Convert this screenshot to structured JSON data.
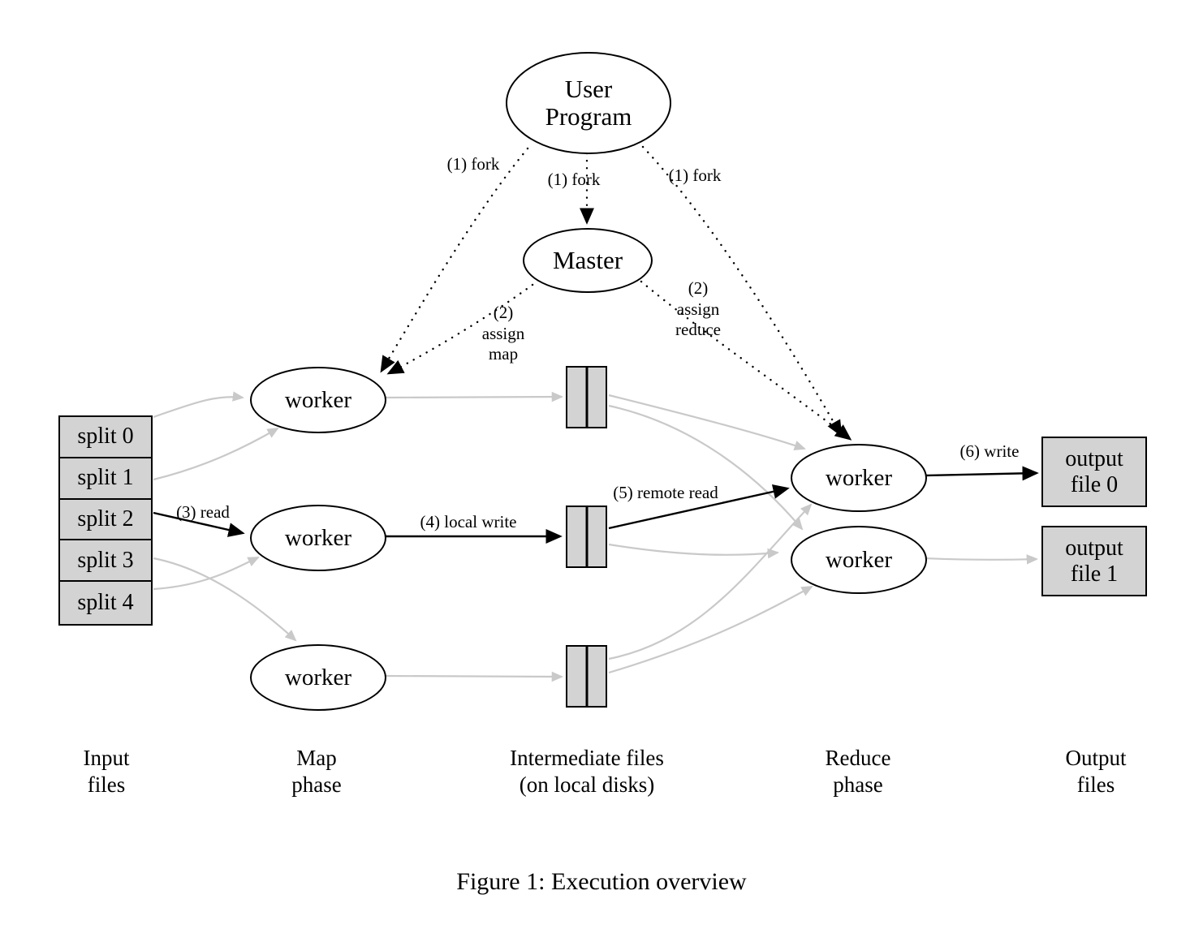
{
  "figure": {
    "caption": "Figure 1: Execution overview",
    "colors": {
      "background": "#ffffff",
      "node_fill": "#ffffff",
      "file_fill": "#d3d3d3",
      "edge_gray": "#c9c9c9",
      "edge_black": "#000000"
    },
    "nodes": {
      "user_program": [
        "User",
        "Program"
      ],
      "master": "Master",
      "map_workers": [
        "worker",
        "worker",
        "worker"
      ],
      "reduce_workers": [
        "worker",
        "worker"
      ],
      "splits": [
        "split 0",
        "split 1",
        "split 2",
        "split 3",
        "split 4"
      ],
      "output_files": [
        [
          "output",
          "file 0"
        ],
        [
          "output",
          "file 1"
        ]
      ]
    },
    "edge_labels": {
      "fork_left": "(1) fork",
      "fork_middle": "(1) fork",
      "fork_right": "(1) fork",
      "assign_map": [
        "(2)",
        "assign",
        "map"
      ],
      "assign_reduce": [
        "(2)",
        "assign",
        "reduce"
      ],
      "read": "(3) read",
      "local_write": "(4) local write",
      "remote_read": "(5) remote read",
      "write": "(6) write"
    },
    "stage_labels": {
      "input": [
        "Input",
        "files"
      ],
      "map": [
        "Map",
        "phase"
      ],
      "intermediate": [
        "Intermediate files",
        "(on local disks)"
      ],
      "reduce": [
        "Reduce",
        "phase"
      ],
      "output": [
        "Output",
        "files"
      ]
    }
  }
}
